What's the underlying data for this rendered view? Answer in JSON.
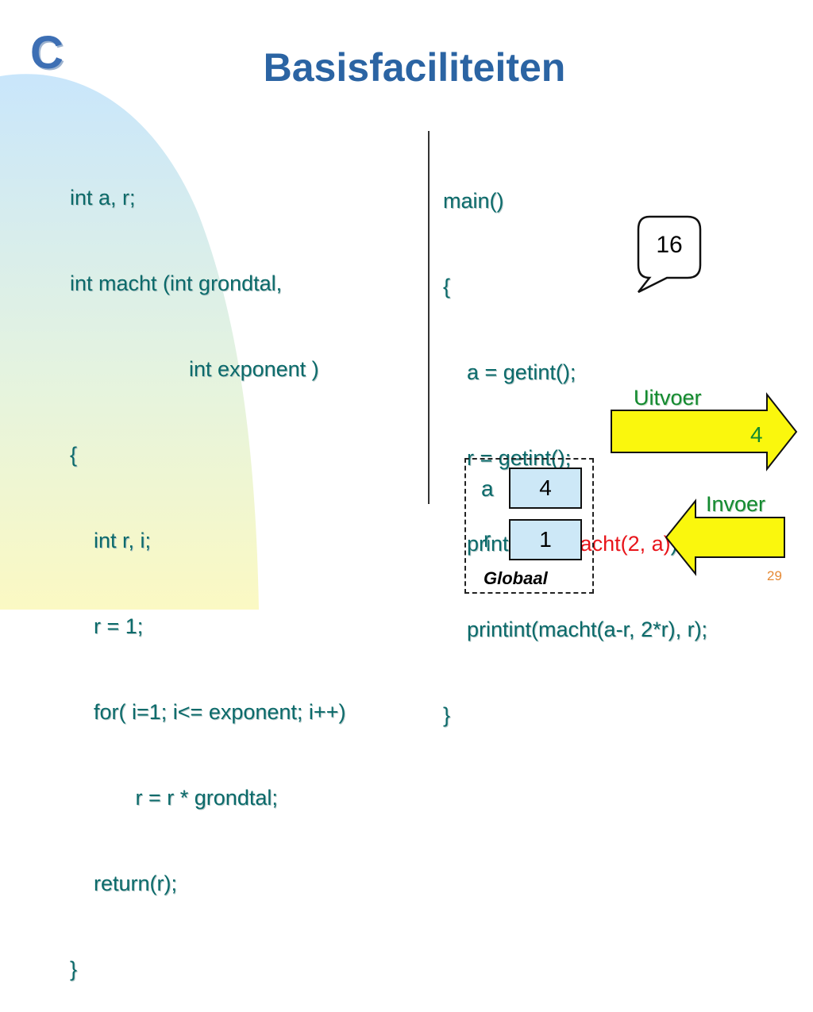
{
  "slide": {
    "logo": "C",
    "title": "Basisfaciliteiten",
    "page_number": "29"
  },
  "left_code": [
    "int a, r;",
    "int macht (int grondtal,",
    "                    int exponent )",
    "{",
    "    int r, i;",
    "    r = 1;",
    "    for( i=1; i<= exponent; i++)",
    "           r = r * grondtal;",
    "    return(r);",
    "}"
  ],
  "right_code": {
    "line1": "main()",
    "line2": "{",
    "line3": "    a = getint();",
    "line4": "    r = getint();",
    "line5_prefix": "    printint(a, ",
    "line5_highlight": "macht(2, a)",
    "line5_suffix": ");",
    "line6": "    printint(macht(a-r, 2*r), r);",
    "line7": "}"
  },
  "bubble": {
    "value": "16"
  },
  "output": {
    "label": "Uitvoer",
    "value": "4"
  },
  "input": {
    "label": "Invoer"
  },
  "globals": {
    "caption": "Globaal",
    "vars": [
      {
        "name": "a",
        "value": "4"
      },
      {
        "name": "r",
        "value": "1"
      }
    ]
  },
  "colors": {
    "title": "#2b64a3",
    "code": "#0b6a6a",
    "highlight": "#e8151b",
    "arrow_fill": "#faf70d",
    "io_label": "#138a2f",
    "var_box": "#cde8f7"
  }
}
